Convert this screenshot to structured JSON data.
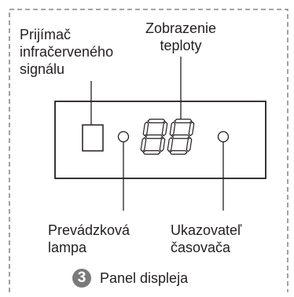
{
  "labels": {
    "ir_receiver": [
      "Prijímač",
      "infračerveného",
      "signálu"
    ],
    "temperature_display": [
      "Zobrazenie",
      "teploty"
    ],
    "operation_lamp": [
      "Prevádzková",
      "lampa"
    ],
    "timer_indicator": [
      "Ukazovateľ",
      "časovača"
    ]
  },
  "caption": {
    "number": "3",
    "text": "Panel displeja"
  },
  "colors": {
    "line": "#231f20",
    "dashed_border": "#6d6e71",
    "badge": "#7a7a7a"
  }
}
